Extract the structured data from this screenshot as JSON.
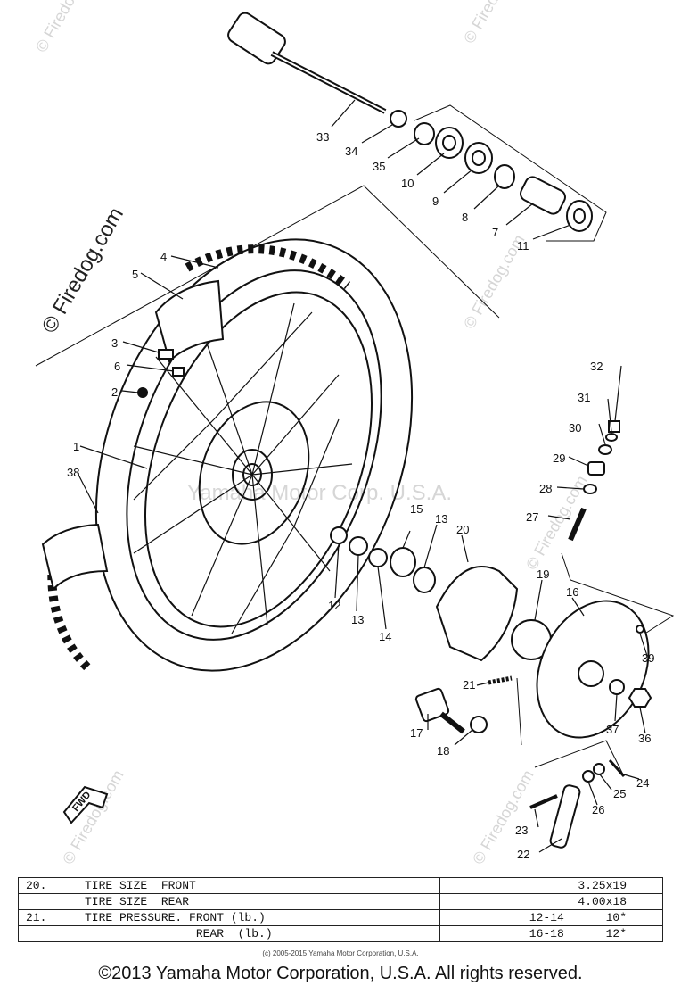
{
  "watermarks": {
    "firedog": "© Firedog.com",
    "firedog_main": "© Firedog.com",
    "center": "Yamaha Motor Corp. U.S.A."
  },
  "callouts": {
    "c1": "1",
    "c2": "2",
    "c3": "3",
    "c4": "4",
    "c5": "5",
    "c6": "6",
    "c7": "7",
    "c8": "8",
    "c9": "9",
    "c10": "10",
    "c11": "11",
    "c12": "12",
    "c13a": "13",
    "c13b": "13",
    "c14": "14",
    "c15": "15",
    "c16": "16",
    "c17": "17",
    "c18": "18",
    "c19": "19",
    "c20": "20",
    "c21": "21",
    "c22": "22",
    "c23": "23",
    "c24": "24",
    "c25": "25",
    "c26": "26",
    "c27": "27",
    "c28": "28",
    "c29": "29",
    "c30": "30",
    "c31": "31",
    "c32": "32",
    "c33": "33",
    "c34": "34",
    "c35": "35",
    "c36": "36",
    "c37": "37",
    "c38": "38",
    "c39": "39"
  },
  "fwd_label": "FWD",
  "spec_table": {
    "rows": [
      {
        "no": "20.",
        "desc": "TIRE SIZE  FRONT",
        "value": "3.25x19"
      },
      {
        "no": "",
        "desc": "TIRE SIZE  REAR",
        "value": "4.00x18"
      },
      {
        "no": "21.",
        "desc": "TIRE PRESSURE. FRONT (lb.)",
        "value": "12-14      10*"
      },
      {
        "no": "",
        "desc": "                REAR  (lb.)",
        "value": "16-18      12*"
      }
    ]
  },
  "small_copyright": "(c) 2005-2015 Yamaha Motor Corporation, U.S.A.",
  "copyright": "©2013 Yamaha Motor Corporation, U.S.A. All rights reserved."
}
